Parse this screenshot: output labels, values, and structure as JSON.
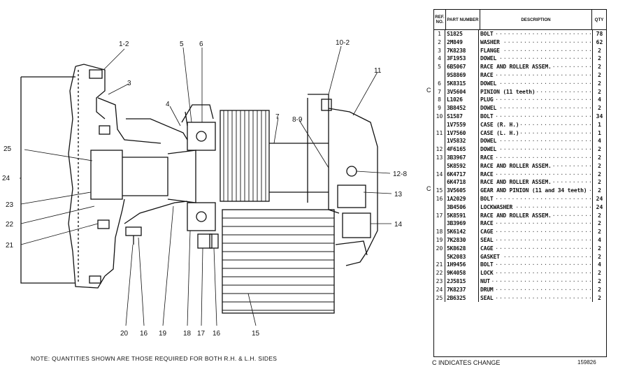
{
  "callouts": [
    "1-2",
    "3",
    "5",
    "6",
    "10-2",
    "11",
    "4",
    "7",
    "8-9",
    "25",
    "24",
    "12-8",
    "13",
    "23",
    "22",
    "21",
    "14",
    "20",
    "16",
    "19",
    "18",
    "17",
    "16",
    "15"
  ],
  "note": "NOTE: QUANTITIES SHOWN ARE THOSE REQUIRED FOR BOTH R.H. & L.H. SIDES",
  "table": {
    "headers": {
      "ref": "REF. NO.",
      "part": "PART NUMBER",
      "desc": "DESCRIPTION",
      "qty": "QTY"
    },
    "rows": [
      {
        "ref": "1",
        "part": "S1825",
        "desc": "BOLT",
        "qty": "78",
        "c": ""
      },
      {
        "ref": "2",
        "part": "2M849",
        "desc": "WASHER",
        "qty": "62",
        "c": ""
      },
      {
        "ref": "3",
        "part": "7K8238",
        "desc": "FLANGE",
        "qty": "2",
        "c": ""
      },
      {
        "ref": "4",
        "part": "3F1953",
        "desc": "DOWEL",
        "qty": "2",
        "c": ""
      },
      {
        "ref": "5",
        "part": "6B5067",
        "desc": "RACE AND ROLLER ASSEM.",
        "qty": "2",
        "c": ""
      },
      {
        "ref": "",
        "part": "9S8869",
        "desc": "RACE",
        "qty": "2",
        "c": ""
      },
      {
        "ref": "6",
        "part": "5K8315",
        "desc": "DOWEL",
        "qty": "2",
        "c": ""
      },
      {
        "ref": "7",
        "part": "3V5604",
        "desc": "PINION (11 teeth)",
        "qty": "2",
        "c": "C"
      },
      {
        "ref": "8",
        "part": "L1026",
        "desc": "PLUG",
        "qty": "4",
        "c": ""
      },
      {
        "ref": "9",
        "part": "3B8452",
        "desc": "DOWEL",
        "qty": "2",
        "c": ""
      },
      {
        "ref": "10",
        "part": "S1587",
        "desc": "BOLT",
        "qty": "34",
        "c": ""
      },
      {
        "ref": "",
        "part": "1V7559",
        "desc": "CASE (R. H.)",
        "qty": "1",
        "c": ""
      },
      {
        "ref": "11",
        "part": "1V7560",
        "desc": "CASE (L. H.)",
        "qty": "1",
        "c": ""
      },
      {
        "ref": "",
        "part": "1V5832",
        "desc": "DOWEL",
        "qty": "4",
        "c": ""
      },
      {
        "ref": "12",
        "part": "4F6165",
        "desc": "DOWEL",
        "qty": "2",
        "c": ""
      },
      {
        "ref": "13",
        "part": "3B3967",
        "desc": "RACE",
        "qty": "2",
        "c": ""
      },
      {
        "ref": "",
        "part": "5K8592",
        "desc": "RACE AND ROLLER ASSEM.",
        "qty": "2",
        "c": ""
      },
      {
        "ref": "14",
        "part": "6K4717",
        "desc": "RACE",
        "qty": "2",
        "c": ""
      },
      {
        "ref": "",
        "part": "6K4718",
        "desc": "RACE AND ROLLER ASSEM.",
        "qty": "2",
        "c": ""
      },
      {
        "ref": "15",
        "part": "3V5605",
        "desc": "GEAR AND PINION (11 and 34 teeth)",
        "qty": "2",
        "c": "C"
      },
      {
        "ref": "16",
        "part": "1A2029",
        "desc": "BOLT",
        "qty": "24",
        "c": ""
      },
      {
        "ref": "",
        "part": "3B4506",
        "desc": "LOCKWASHER",
        "qty": "24",
        "c": ""
      },
      {
        "ref": "17",
        "part": "5K8591",
        "desc": "RACE AND ROLLER ASSEM.",
        "qty": "2",
        "c": ""
      },
      {
        "ref": "",
        "part": "3B3969",
        "desc": "RACE",
        "qty": "2",
        "c": ""
      },
      {
        "ref": "18",
        "part": "5K6142",
        "desc": "CAGE",
        "qty": "2",
        "c": ""
      },
      {
        "ref": "19",
        "part": "7K2830",
        "desc": "SEAL",
        "qty": "4",
        "c": ""
      },
      {
        "ref": "20",
        "part": "5K8628",
        "desc": "CAGE",
        "qty": "2",
        "c": ""
      },
      {
        "ref": "",
        "part": "5K2083",
        "desc": "GASKET",
        "qty": "2",
        "c": ""
      },
      {
        "ref": "21",
        "part": "1H9456",
        "desc": "BOLT",
        "qty": "4",
        "c": ""
      },
      {
        "ref": "22",
        "part": "9K4058",
        "desc": "LOCK",
        "qty": "2",
        "c": ""
      },
      {
        "ref": "23",
        "part": "2J5815",
        "desc": "NUT",
        "qty": "2",
        "c": ""
      },
      {
        "ref": "24",
        "part": "7K8237",
        "desc": "DRUM",
        "qty": "2",
        "c": ""
      },
      {
        "ref": "25",
        "part": "2B6325",
        "desc": "SEAL",
        "qty": "2",
        "c": ""
      }
    ],
    "footer_left": "C INDICATES CHANGE",
    "footer_right": "159826"
  }
}
